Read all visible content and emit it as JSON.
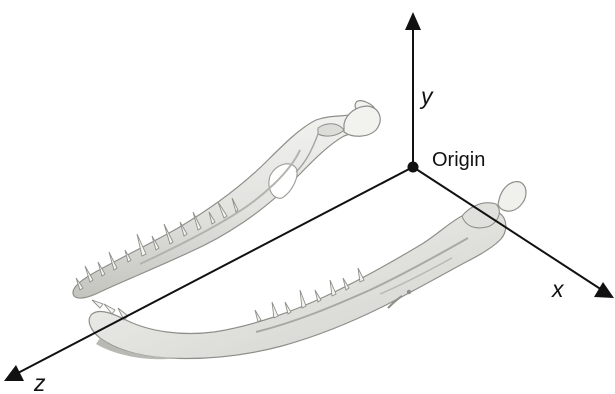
{
  "figure": {
    "subject": "jaw-bone-3d-render",
    "labels": {
      "y_axis": "y",
      "x_axis": "x",
      "z_axis": "z",
      "origin": "Origin"
    },
    "colors": {
      "axis": "#111111",
      "bone_fill": "#e9e9e6",
      "bone_shadow": "#b9b9b4",
      "bone_edge": "#8f8f8a",
      "teeth": "#f4f4f1"
    }
  }
}
